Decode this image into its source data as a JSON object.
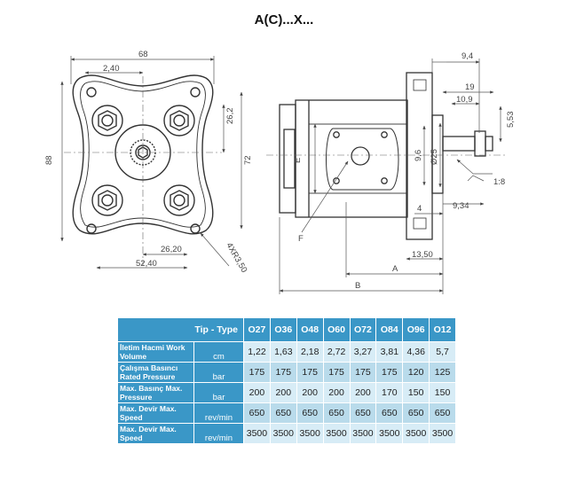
{
  "title": "A(C)...X...",
  "front_view": {
    "dim_width": "68",
    "dim_offset": "2,40",
    "dim_height": "88",
    "dim_bolt_vertical": "26,2",
    "dim_height_inner": "72",
    "dim_bolt_horizontal": "26,20",
    "dim_bolt_span": "52,40",
    "dim_holes": "4XR3,50"
  },
  "side_view": {
    "dim_9_4": "9,4",
    "dim_19": "19",
    "dim_10_9": "10,9",
    "dim_5_53": "5,53",
    "dim_shaft_dia": "Ø25",
    "dim_9_6": "9,6",
    "dim_E": "E",
    "dim_taper": "1:8",
    "dim_4": "4",
    "dim_9_34": "9,34",
    "dim_13_50": "13,50",
    "dim_A": "A",
    "dim_B": "B",
    "label_F": "F"
  },
  "table": {
    "header_label": "Tip - Type",
    "types": [
      "O27",
      "O36",
      "O48",
      "O60",
      "O72",
      "O84",
      "O96",
      "O12"
    ],
    "rows": [
      {
        "param": "İletim Hacmi Work Volume",
        "unit": "cm",
        "values": [
          "1,22",
          "1,63",
          "2,18",
          "2,72",
          "3,27",
          "3,81",
          "4,36",
          "5,7"
        ]
      },
      {
        "param": "Çalışma Basıncı Rated Pressure",
        "unit": "bar",
        "values": [
          "175",
          "175",
          "175",
          "175",
          "175",
          "175",
          "120",
          "125"
        ]
      },
      {
        "param": "Max. Basınç Max. Pressure",
        "unit": "bar",
        "values": [
          "200",
          "200",
          "200",
          "200",
          "200",
          "170",
          "150",
          "150"
        ]
      },
      {
        "param": "Max. Devir Max. Speed",
        "unit": "rev/min",
        "values": [
          "650",
          "650",
          "650",
          "650",
          "650",
          "650",
          "650",
          "650"
        ]
      },
      {
        "param": "Max. Devir Max. Speed",
        "unit": "rev/min",
        "values": [
          "3500",
          "3500",
          "3500",
          "3500",
          "3500",
          "3500",
          "3500",
          "3500"
        ]
      }
    ]
  }
}
